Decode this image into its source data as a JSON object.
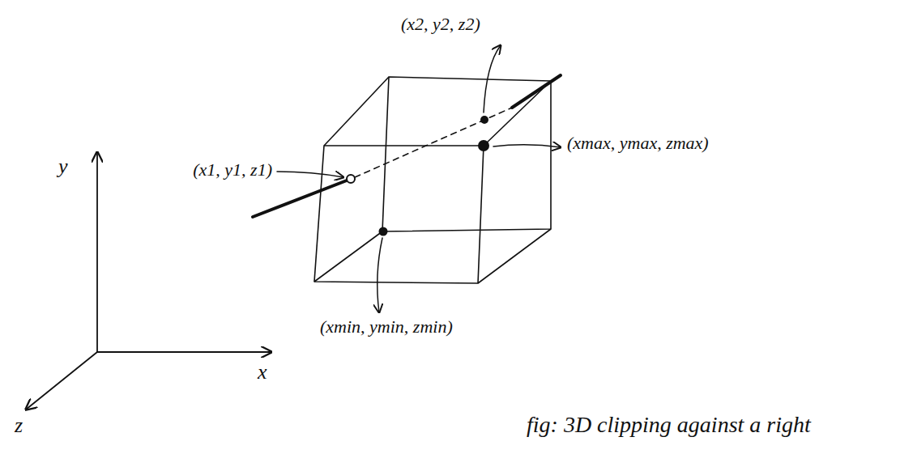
{
  "diagram": {
    "caption": "fig: 3D clipping against a right",
    "labels": [
      "(x2, y2, z2)",
      "y",
      "(x1, y1, z1)",
      "(xmax, ymax, zmax)",
      "(xmin, ymin, zmin)",
      "x",
      "z"
    ]
  }
}
